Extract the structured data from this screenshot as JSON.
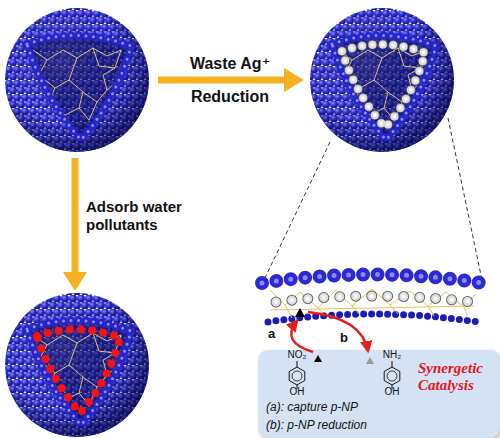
{
  "diagram": {
    "nodes": [
      {
        "text": [
          "Synergetic Catalysis",
          "(a): capture p-NP",
          "(b): p-NP reduction"
        ]
      }
    ],
    "labels": [
      "Waste Ag⁺",
      "Reduction",
      "Adsorb water pollutants",
      "NO₂",
      "OH",
      "a",
      "NH₂",
      "OH",
      "b"
    ]
  }
}
